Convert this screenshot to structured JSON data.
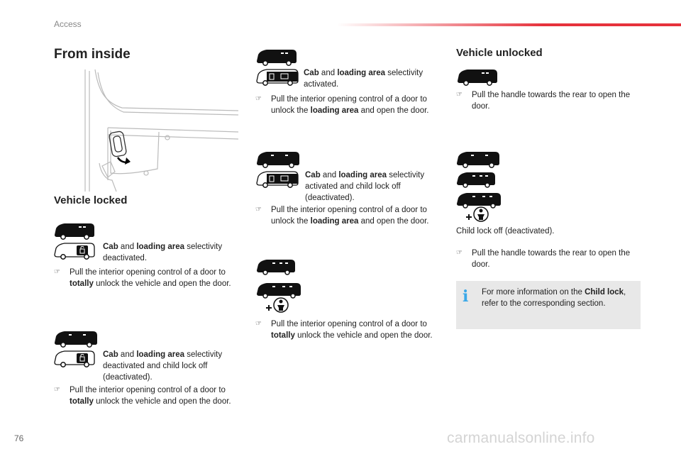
{
  "header": {
    "section": "Access"
  },
  "page_number": "76",
  "watermark": "carmanualsonline.info",
  "left": {
    "title": "From inside",
    "locked_title": "Vehicle locked",
    "s1": {
      "b1": "Cab",
      "t1": " and ",
      "b2": "loading area",
      "t2": " selectivity deactivated."
    },
    "s1_bullet": {
      "t1": "Pull the interior opening control of a door to ",
      "b1": "totally",
      "t2": " unlock the vehicle and open the door."
    },
    "s2": {
      "b1": "Cab",
      "t1": " and ",
      "b2": "loading area",
      "t2": " selectivity deactivated and child lock off (deactivated)."
    },
    "s2_bullet": {
      "t1": "Pull the interior opening control of a door to ",
      "b1": "totally",
      "t2": " unlock the vehicle and open the door."
    }
  },
  "middle": {
    "s1": {
      "b1": "Cab",
      "t1": " and ",
      "b2": "loading area",
      "t2": " selectivity activated."
    },
    "s1_bullet": {
      "t1": "Pull the interior opening control of a door to unlock the ",
      "b1": "loading area",
      "t2": " and open the door."
    },
    "s2": {
      "b1": "Cab",
      "t1": " and ",
      "b2": "loading area",
      "t2": " selectivity activated and child lock off (deactivated)."
    },
    "s2_bullet": {
      "t1": "Pull the interior opening control of a door to unlock the ",
      "b1": "loading area",
      "t2": " and open the door."
    },
    "s3_bullet": {
      "t1": "Pull the interior opening control of a door to ",
      "b1": "totally",
      "t2": " unlock the vehicle and open the door."
    }
  },
  "right": {
    "title": "Vehicle unlocked",
    "bullet1": "Pull the handle towards the rear to open the door.",
    "child_lock": "Child lock off (deactivated).",
    "bullet2": "Pull the handle towards the rear to open the door.",
    "info": {
      "t1": "For more information on the ",
      "b1": "Child lock",
      "t2": ", refer to the corresponding section."
    }
  },
  "icons": {
    "bullet": "pointing-hand-icon",
    "info": "info-icon",
    "van": "van-icon",
    "lock": "lock-icon",
    "child": "child-lock-icon"
  },
  "colors": {
    "accent": "#e6323c",
    "info": "#3aa8e8",
    "box": "#e8e8e8"
  }
}
